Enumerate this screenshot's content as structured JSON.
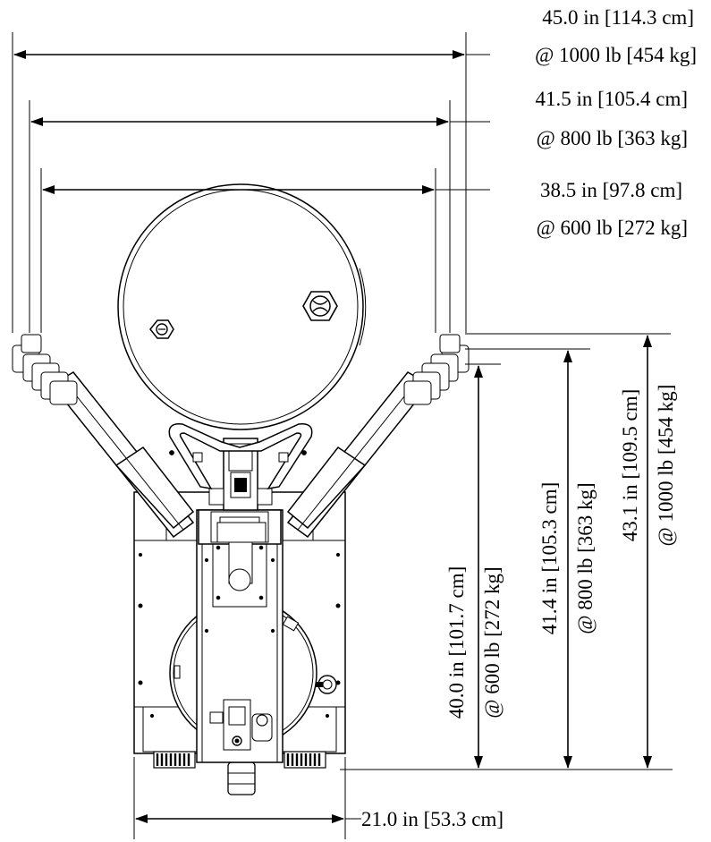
{
  "dimensions": {
    "width_1000": {
      "value": "45.0 in [114.3 cm]",
      "load": "@ 1000 lb [454 kg]"
    },
    "width_800": {
      "value": "41.5 in [105.4 cm]",
      "load": "@ 800 lb [363 kg]"
    },
    "width_600": {
      "value": "38.5 in [97.8 cm]",
      "load": "@ 600 lb [272 kg]"
    },
    "height_600": {
      "value": "40.0 in [101.7 cm]",
      "load": "@ 600 lb [272 kg]"
    },
    "height_800": {
      "value": "41.4 in [105.3 cm]",
      "load": "@ 800 lb [363 kg]"
    },
    "height_1000": {
      "value": "43.1 in [109.5 cm]",
      "load": "@ 1000 lb [454 kg]"
    },
    "base_width": {
      "value": "21.0 in [53.3 cm]"
    }
  }
}
